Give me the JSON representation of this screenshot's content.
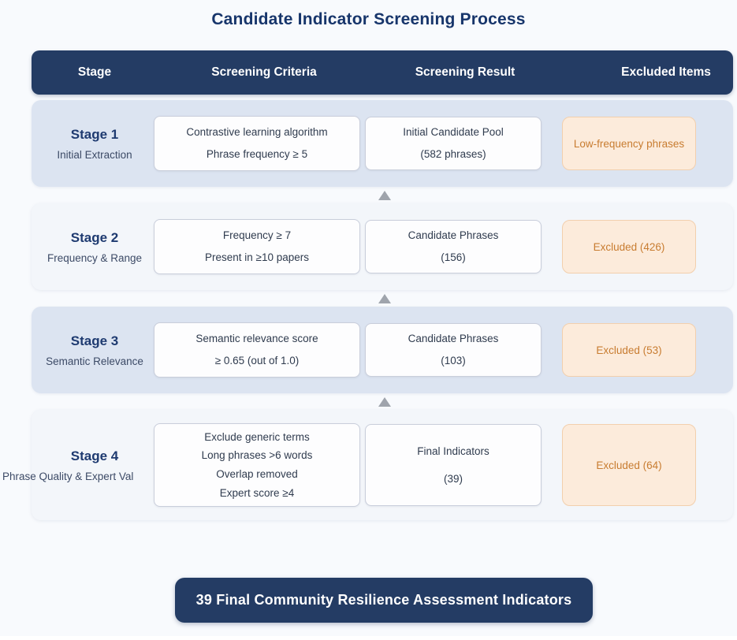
{
  "title": "Candidate Indicator Screening Process",
  "header": {
    "col_stage": "Stage",
    "col_criteria": "Screening Criteria",
    "col_result": "Screening Result",
    "col_excluded": "Excluded Items"
  },
  "stages": [
    {
      "stage": "Stage 1",
      "name": "Initial Extraction",
      "criteria": [
        "Contrastive learning algorithm",
        "Phrase frequency ≥ 5"
      ],
      "result_lines": [
        "Initial Candidate Pool",
        "(582 phrases)"
      ],
      "excluded": "Low-frequency phrases"
    },
    {
      "stage": "Stage 2",
      "name": "Frequency & Range",
      "criteria": [
        "Frequency ≥ 7",
        "Present in ≥10 papers"
      ],
      "result_lines": [
        "Candidate Phrases",
        "(156)"
      ],
      "excluded": "Excluded (426)"
    },
    {
      "stage": "Stage 3",
      "name": "Semantic Relevance",
      "criteria": [
        "Semantic relevance score",
        "≥ 0.65 (out of 1.0)"
      ],
      "result_lines": [
        "Candidate Phrases",
        "(103)"
      ],
      "excluded": "Excluded (53)"
    },
    {
      "stage": "Stage 4",
      "name": "Phrase Quality & Expert Val",
      "criteria": [
        "Exclude generic terms",
        "Long phrases >6 words",
        "Overlap removed",
        "Expert score ≥4"
      ],
      "result_lines": [
        "Final Indicators",
        "(39)"
      ],
      "excluded": "Excluded (64)"
    }
  ],
  "footer": {
    "label": "39 Final Community Resilience Assessment Indicators"
  },
  "colors": {
    "navy_header": "#243c64",
    "title_text": "#17356b",
    "row_blue": "#dce4f1",
    "row_light": "#f3f6fa",
    "box_bg": "#fdfdfe",
    "box_border": "#c9cedb",
    "box_text": "#2f3b4e",
    "excluded_bg": "#fcebdb",
    "excluded_border": "#f2cfad",
    "excluded_text": "#c87c30",
    "arrow_gray": "#9fa4ac",
    "page_bg": "#f8fafd"
  }
}
